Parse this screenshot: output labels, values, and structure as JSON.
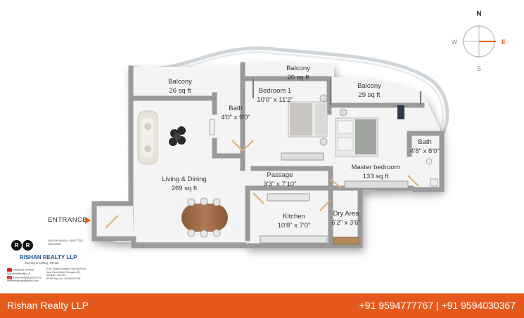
{
  "compass": {
    "north": "N",
    "east": "E",
    "south": "S",
    "west": "W"
  },
  "rooms": [
    {
      "key": "balcony_left",
      "name": "Balcony",
      "size": "26 sq ft"
    },
    {
      "key": "balcony_mid",
      "name": "Balcony",
      "size": "20 sq ft"
    },
    {
      "key": "balcony_right",
      "name": "Balcony",
      "size": "29 sq ft"
    },
    {
      "key": "bedroom1",
      "name": "Bedroom 1",
      "size": "10'0\" x 11'2\""
    },
    {
      "key": "bath_left",
      "name": "Bath",
      "size": "4'0\" x 9'0\""
    },
    {
      "key": "bath_right",
      "name": "Bath",
      "size": "4'8\" x 8'0\""
    },
    {
      "key": "living",
      "name": "Living & Dining",
      "size": "269 sq ft"
    },
    {
      "key": "master",
      "name": "Master bedroom",
      "size": "133 sq ft"
    },
    {
      "key": "passage",
      "name": "Passage",
      "size": "3'3\" x 7'10\""
    },
    {
      "key": "kitchen",
      "name": "Kitchen",
      "size": "10'8\" x 7'0\""
    },
    {
      "key": "dry",
      "name": "Dry Area",
      "size": "6'2\" x 3'6\""
    }
  ],
  "entrance_label": "ENTRANCE",
  "card": {
    "logo": [
      "R",
      "R"
    ],
    "contact_line1": "NADEEM ISHAQI : 9594777767",
    "contact_line2": "9594030367",
    "company": "RISHAN REALTY LLP",
    "tagline": "Buying & selling, Rental",
    "person_name": "NADEEM ISHAQI",
    "person_handle": "@RishanRealtyLLP",
    "email1": "rishanrealty@gmail.com",
    "email2": "nadeemishaqi@gmail.com",
    "address1": "S-65, Shagun Arcade, Film city Road,",
    "address2": "Near Oberoi Mall, Goregaon (E),",
    "address3": "Mumbai - 400 063",
    "rera": "RERA Reg. No.: A01800000715"
  },
  "footer": {
    "company": "Rishan Realty LLP",
    "phones": "+91 9594777767 | +91 9594030367"
  },
  "colors": {
    "accent": "#e55a1c",
    "wall": "#9a9a9a",
    "floor": "#f4f4f4"
  }
}
